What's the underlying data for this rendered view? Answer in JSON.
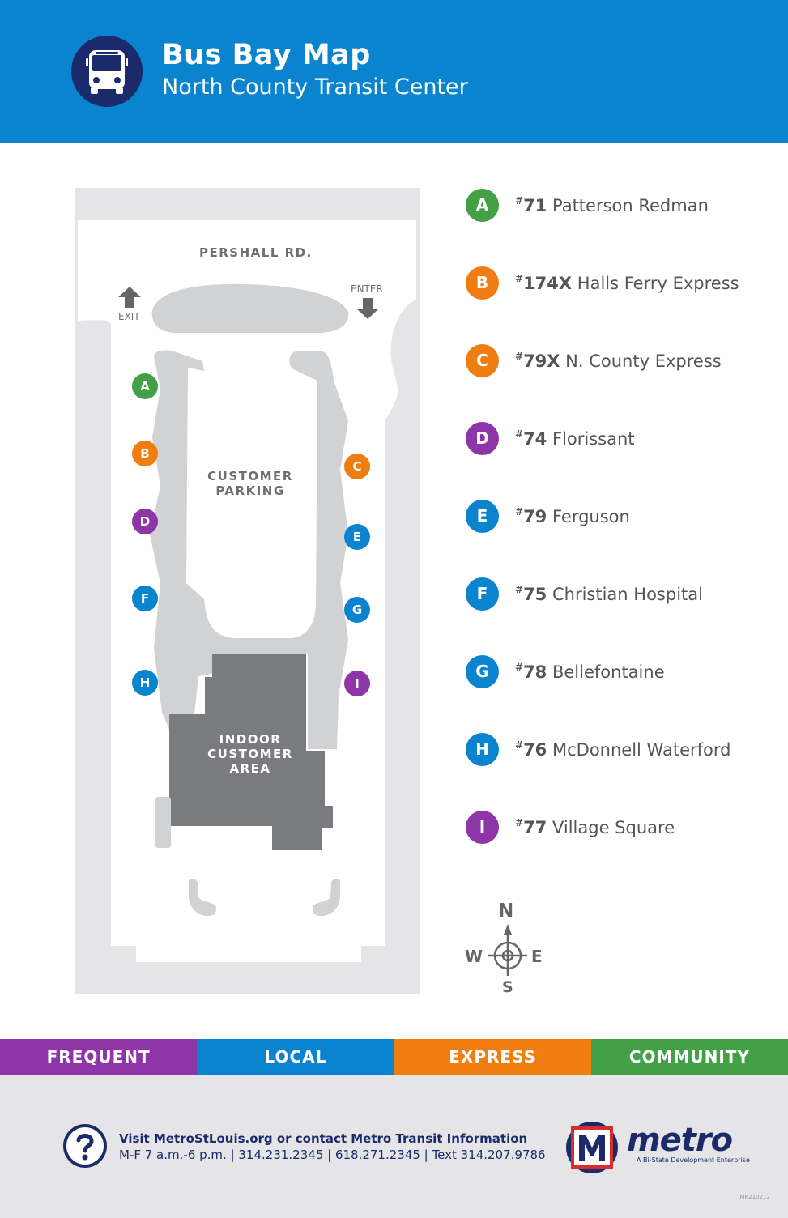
{
  "header": {
    "title": "Bus Bay Map",
    "subtitle": "North County Transit Center",
    "icon": "bus-icon",
    "background": "#0b84cf"
  },
  "map": {
    "road": "PERSHALL RD.",
    "exit": "EXIT",
    "enter": "ENTER",
    "parking_line1": "CUSTOMER",
    "parking_line2": "PARKING",
    "indoor_line1": "INDOOR",
    "indoor_line2": "CUSTOMER",
    "indoor_line3": "AREA",
    "bays": [
      {
        "letter": "A",
        "color": "#43a047"
      },
      {
        "letter": "B",
        "color": "#ef7d10"
      },
      {
        "letter": "C",
        "color": "#ef7d10"
      },
      {
        "letter": "D",
        "color": "#8e35a8"
      },
      {
        "letter": "E",
        "color": "#0b84cf"
      },
      {
        "letter": "F",
        "color": "#0b84cf"
      },
      {
        "letter": "G",
        "color": "#0b84cf"
      },
      {
        "letter": "H",
        "color": "#0b84cf"
      },
      {
        "letter": "I",
        "color": "#8e35a8"
      }
    ],
    "compass": {
      "n": "N",
      "s": "S",
      "e": "E",
      "w": "W"
    }
  },
  "legend": [
    {
      "letter": "A",
      "color": "#43a047",
      "hash": "#",
      "route": "71",
      "name": "Patterson Redman"
    },
    {
      "letter": "B",
      "color": "#ef7d10",
      "hash": "#",
      "route": "174X",
      "name": "Halls Ferry Express"
    },
    {
      "letter": "C",
      "color": "#ef7d10",
      "hash": "#",
      "route": "79X",
      "name": "N. County Express"
    },
    {
      "letter": "D",
      "color": "#8e35a8",
      "hash": "#",
      "route": "74",
      "name": "Florissant"
    },
    {
      "letter": "E",
      "color": "#0b84cf",
      "hash": "#",
      "route": "79",
      "name": "Ferguson"
    },
    {
      "letter": "F",
      "color": "#0b84cf",
      "hash": "#",
      "route": "75",
      "name": "Christian Hospital"
    },
    {
      "letter": "G",
      "color": "#0b84cf",
      "hash": "#",
      "route": "78",
      "name": "Bellefontaine"
    },
    {
      "letter": "H",
      "color": "#0b84cf",
      "hash": "#",
      "route": "76",
      "name": "McDonnell Waterford"
    },
    {
      "letter": "I",
      "color": "#8e35a8",
      "hash": "#",
      "route": "77",
      "name": "Village Square"
    }
  ],
  "categories": [
    {
      "label": "FREQUENT",
      "color": "#8e35a8"
    },
    {
      "label": "LOCAL",
      "color": "#0b84cf"
    },
    {
      "label": "EXPRESS",
      "color": "#ef7d10"
    },
    {
      "label": "COMMUNITY",
      "color": "#43a047"
    }
  ],
  "footer": {
    "line1": "Visit MetroStLouis.org or contact Metro Transit Information",
    "line2": "M-F 7 a.m.-6 p.m. | 314.231.2345 | 618.271.2345 | Text 314.207.9786",
    "logo_word": "metro",
    "logo_tag": "A Bi-State Development Enterprise",
    "code": "MK210212",
    "help_icon": "question-icon"
  }
}
